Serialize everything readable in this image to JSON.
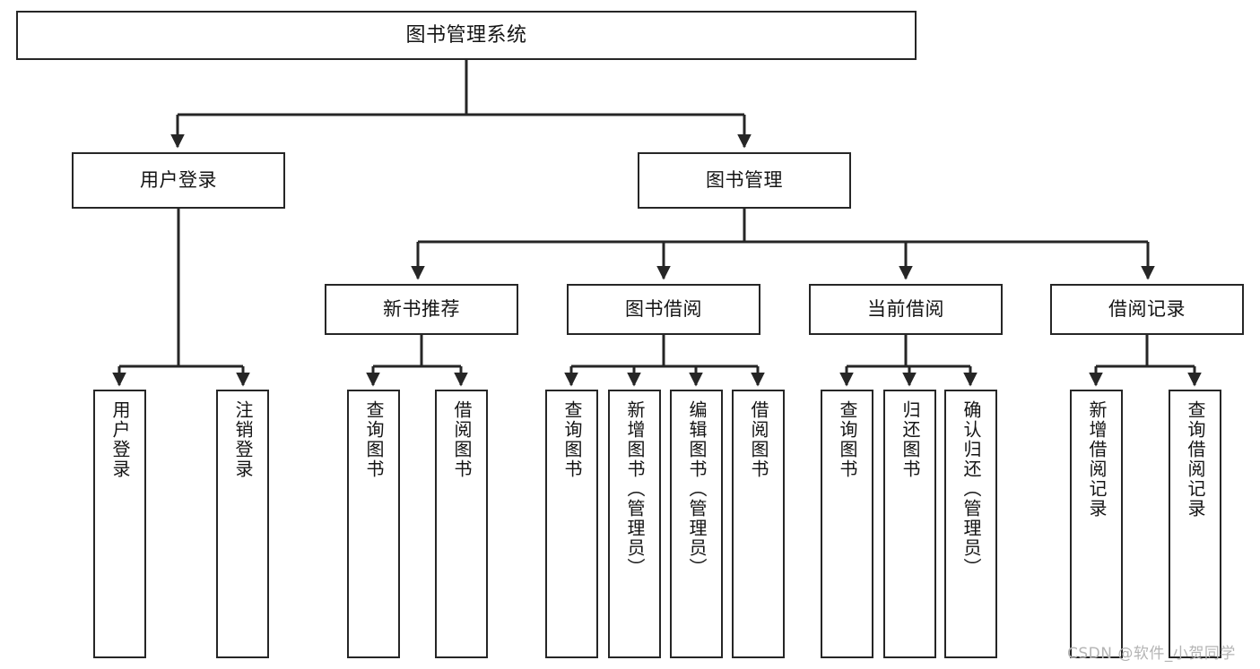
{
  "diagram": {
    "title": "图书管理系统",
    "type": "功能结构图",
    "watermark": "CSDN @软件_小贺同学",
    "colors": {
      "box_border": "#262626",
      "box_fill": "#ffffff",
      "edge": "#262626",
      "text": "#141414",
      "watermark": "#b4b4b4"
    },
    "root": {
      "label": "图书管理系统"
    },
    "level2": [
      {
        "label": "用户登录"
      },
      {
        "label": "图书管理"
      }
    ],
    "level3": [
      {
        "label": "新书推荐"
      },
      {
        "label": "图书借阅"
      },
      {
        "label": "当前借阅"
      },
      {
        "label": "借阅记录"
      }
    ],
    "leaves": {
      "user_login": [
        {
          "label": "用户登录"
        },
        {
          "label": "注销登录"
        }
      ],
      "new_book_recommend": [
        {
          "label": "查询图书"
        },
        {
          "label": "借阅图书"
        }
      ],
      "book_borrow": [
        {
          "label": "查询图书"
        },
        {
          "label": "新增图书（管理员）"
        },
        {
          "label": "编辑图书（管理员）"
        },
        {
          "label": "借阅图书"
        }
      ],
      "current_borrow": [
        {
          "label": "查询图书"
        },
        {
          "label": "归还图书"
        },
        {
          "label": "确认归还（管理员）"
        }
      ],
      "borrow_record": [
        {
          "label": "新增借阅记录"
        },
        {
          "label": "查询借阅记录"
        }
      ]
    }
  }
}
